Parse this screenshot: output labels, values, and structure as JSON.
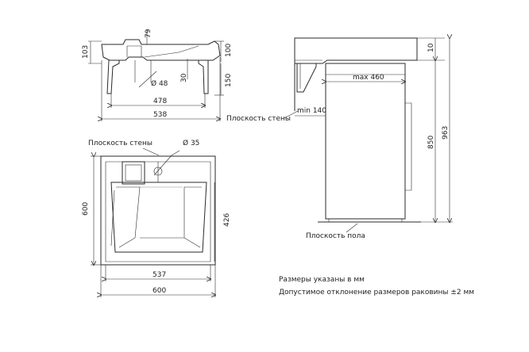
{
  "dims": {
    "d79": "79",
    "d103": "103",
    "d100": "100",
    "d150": "150",
    "d48": "Ø 48",
    "d30": "30",
    "d478": "478",
    "d538": "538",
    "d10": "10",
    "d963": "963",
    "d850": "850",
    "max460": "max 460",
    "min140": "min 140",
    "d35": "Ø 35",
    "d600v": "600",
    "d426": "426",
    "d537": "537",
    "d600h": "600"
  },
  "labels": {
    "wall_plane_1": "Плоскость стены",
    "wall_plane_2": "Плоскость стены",
    "floor_plane": "Плоскость пола"
  },
  "notes": {
    "units": "Размеры указаны в мм",
    "tolerance": "Допустимое отклонение размеров раковины ±2 мм"
  }
}
